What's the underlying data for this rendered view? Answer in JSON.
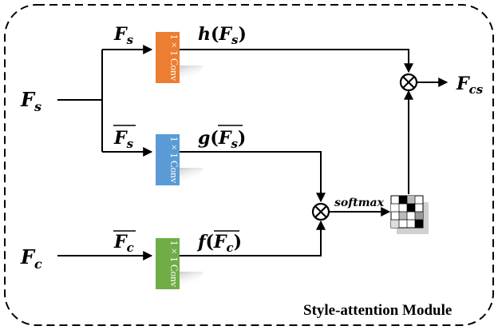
{
  "module_title": "Style-attention Module",
  "inputs": {
    "style": {
      "base": "F",
      "sub": "s"
    },
    "content": {
      "base": "F",
      "sub": "c"
    }
  },
  "branches": {
    "top": {
      "label_base": "F",
      "label_sub": "s",
      "overline": false,
      "func": "h",
      "conv_text": "1 × 1 Conv",
      "color": "#ED7D31"
    },
    "middle": {
      "label_base": "F",
      "label_sub": "s",
      "overline": true,
      "func": "g",
      "conv_text": "1 × 1 Conv",
      "color": "#5B9BD5"
    },
    "bottom": {
      "label_base": "F",
      "label_sub": "c",
      "overline": true,
      "func": "f",
      "conv_text": "1 × 1 Conv",
      "color": "#70AD47"
    }
  },
  "softmax_label": "softmax",
  "output": {
    "base": "F",
    "sub": "cs"
  },
  "operator_symbol": "⊗"
}
